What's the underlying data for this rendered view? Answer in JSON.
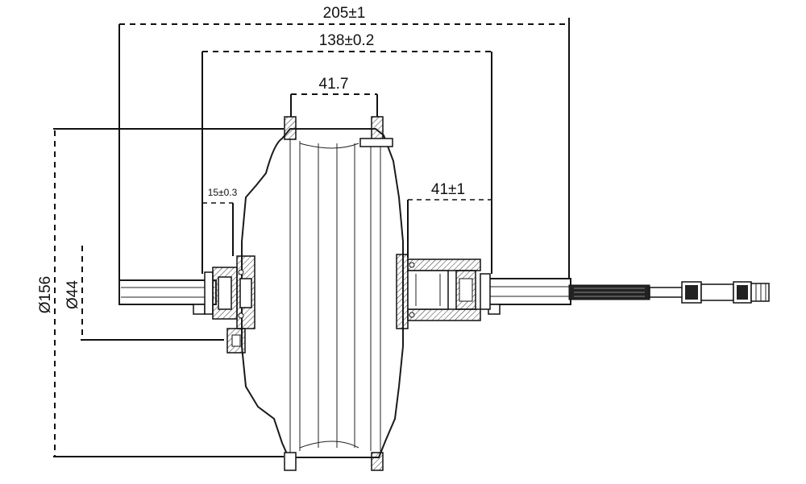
{
  "dimensions": {
    "overall_length": "205±1",
    "flange_span": "138±0.2",
    "rim_width": "41.7",
    "right_offset": "41±1",
    "left_offset": "15±0.3",
    "outer_diameter": "Ø156",
    "inner_diameter": "Ø44"
  }
}
